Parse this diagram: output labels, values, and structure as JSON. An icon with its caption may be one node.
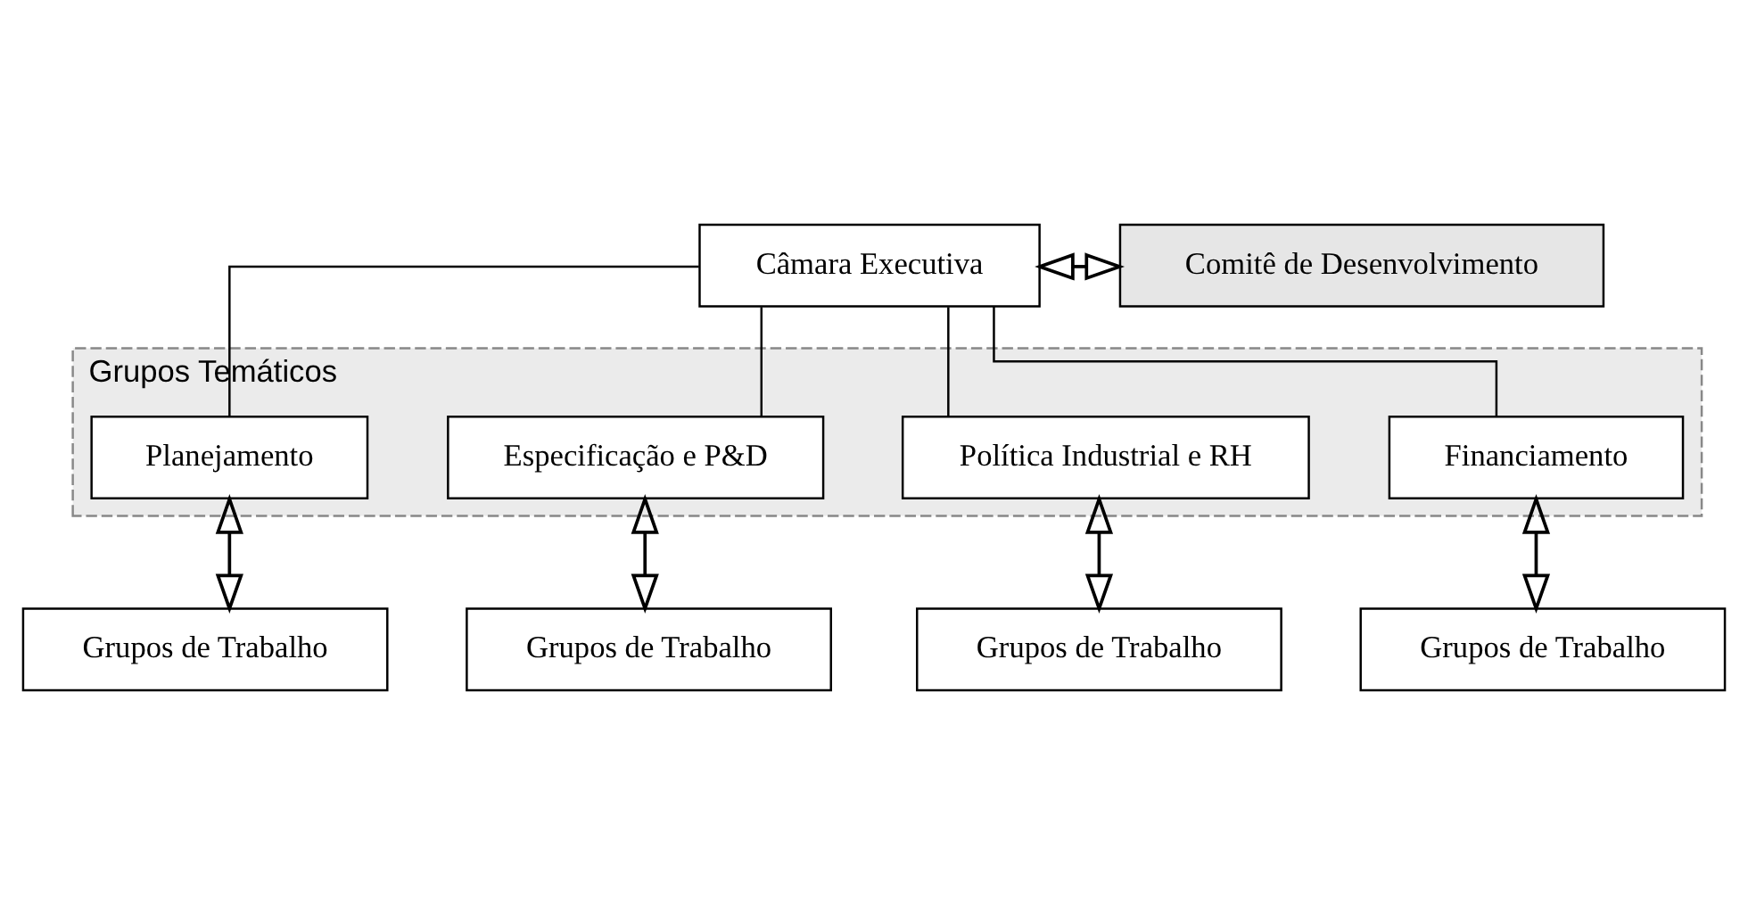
{
  "diagram": {
    "nodes": [
      {
        "text": [
          "Câmara Executiva"
        ]
      },
      {
        "text": [
          "Comitê de Desenvolvimento"
        ]
      },
      {
        "text": [
          "Grupos Temáticos"
        ]
      },
      {
        "text": [
          "Planejamento"
        ],
        "in": 2
      },
      {
        "text": [
          "Especificação e P&D"
        ],
        "in": 2
      },
      {
        "text": [
          "Política Industrial e RH"
        ],
        "in": 2
      },
      {
        "text": [
          "Financiamento"
        ],
        "in": 2
      },
      {
        "text": [
          "Grupos de Trabalho"
        ]
      },
      {
        "text": [
          "Grupos de Trabalho"
        ]
      },
      {
        "text": [
          "Grupos de Trabalho"
        ]
      },
      {
        "text": [
          "Grupos de Trabalho"
        ]
      }
    ],
    "edges": [
      {
        "from": 0,
        "to": 1,
        "arrow": "both"
      },
      {
        "from": 0,
        "to": 3,
        "arrow": "none"
      },
      {
        "from": 0,
        "to": 4,
        "arrow": "none"
      },
      {
        "from": 0,
        "to": 5,
        "arrow": "none"
      },
      {
        "from": 0,
        "to": 6,
        "arrow": "none"
      },
      {
        "from": 3,
        "to": 7,
        "arrow": "both"
      },
      {
        "from": 4,
        "to": 8,
        "arrow": "both"
      },
      {
        "from": 5,
        "to": 9,
        "arrow": "both"
      },
      {
        "from": 6,
        "to": 10,
        "arrow": "both"
      }
    ]
  }
}
